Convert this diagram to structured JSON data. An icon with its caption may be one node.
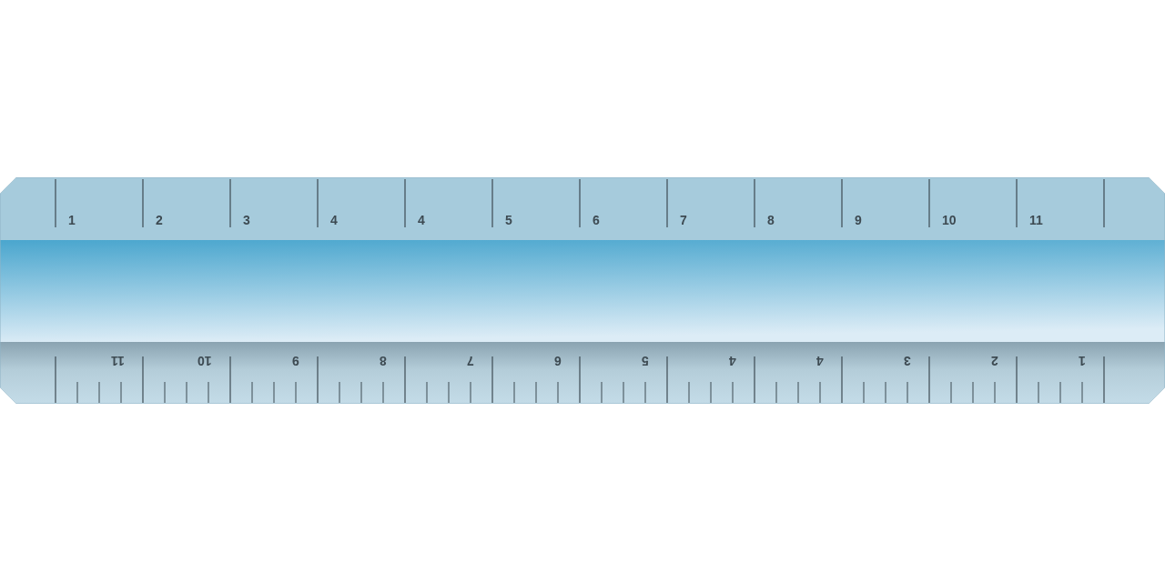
{
  "diagram": {
    "labels": [
      "1",
      "2",
      "3",
      "4",
      "4",
      "5",
      "6",
      "7",
      "8",
      "9",
      "10",
      "11",
      "11",
      "10",
      "9",
      "8",
      "7",
      "6",
      "5",
      "4",
      "4",
      "3",
      "2",
      "1"
    ]
  }
}
